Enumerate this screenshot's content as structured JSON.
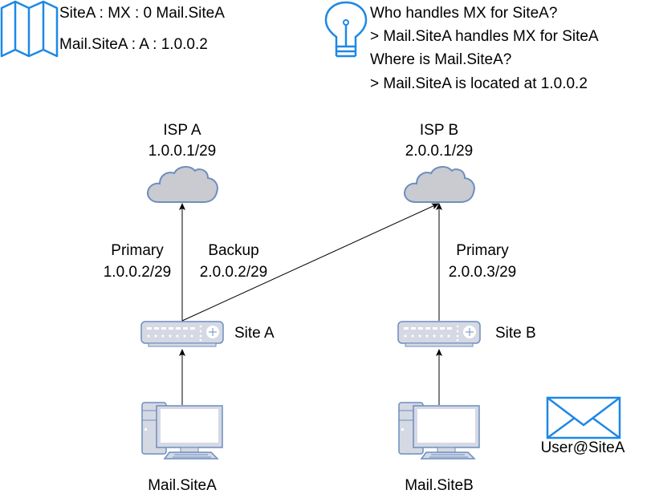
{
  "dns_records": {
    "mx_record": "SiteA : MX : 0 Mail.SiteA",
    "a_record": "Mail.SiteA : A : 1.0.0.2"
  },
  "resolution": {
    "lines": [
      "Who handles MX for SiteA?",
      "> Mail.SiteA handles MX for SiteA",
      "Where is Mail.SiteA?",
      "> Mail.SiteA is located at 1.0.0.2"
    ]
  },
  "isps": [
    {
      "name": "ISP A",
      "address": "1.0.0.1/29"
    },
    {
      "name": "ISP B",
      "address": "2.0.0.1/29"
    }
  ],
  "links": [
    {
      "role": "Primary",
      "address": "1.0.0.2/29"
    },
    {
      "role": "Backup",
      "address": "2.0.0.2/29"
    },
    {
      "role": "Primary",
      "address": "2.0.0.3/29"
    }
  ],
  "routers": [
    {
      "label": "Site A"
    },
    {
      "label": "Site B"
    }
  ],
  "servers": [
    {
      "label": "Mail.SiteA"
    },
    {
      "label": "Mail.SiteB"
    }
  ],
  "email": {
    "label": "User@SiteA"
  },
  "colors": {
    "accent_blue": "#1e88e5",
    "device_fill": "#d5d9e3",
    "device_stroke": "#6c8ebf",
    "cloud_fill": "#c9cbd0",
    "line": "#000000"
  }
}
